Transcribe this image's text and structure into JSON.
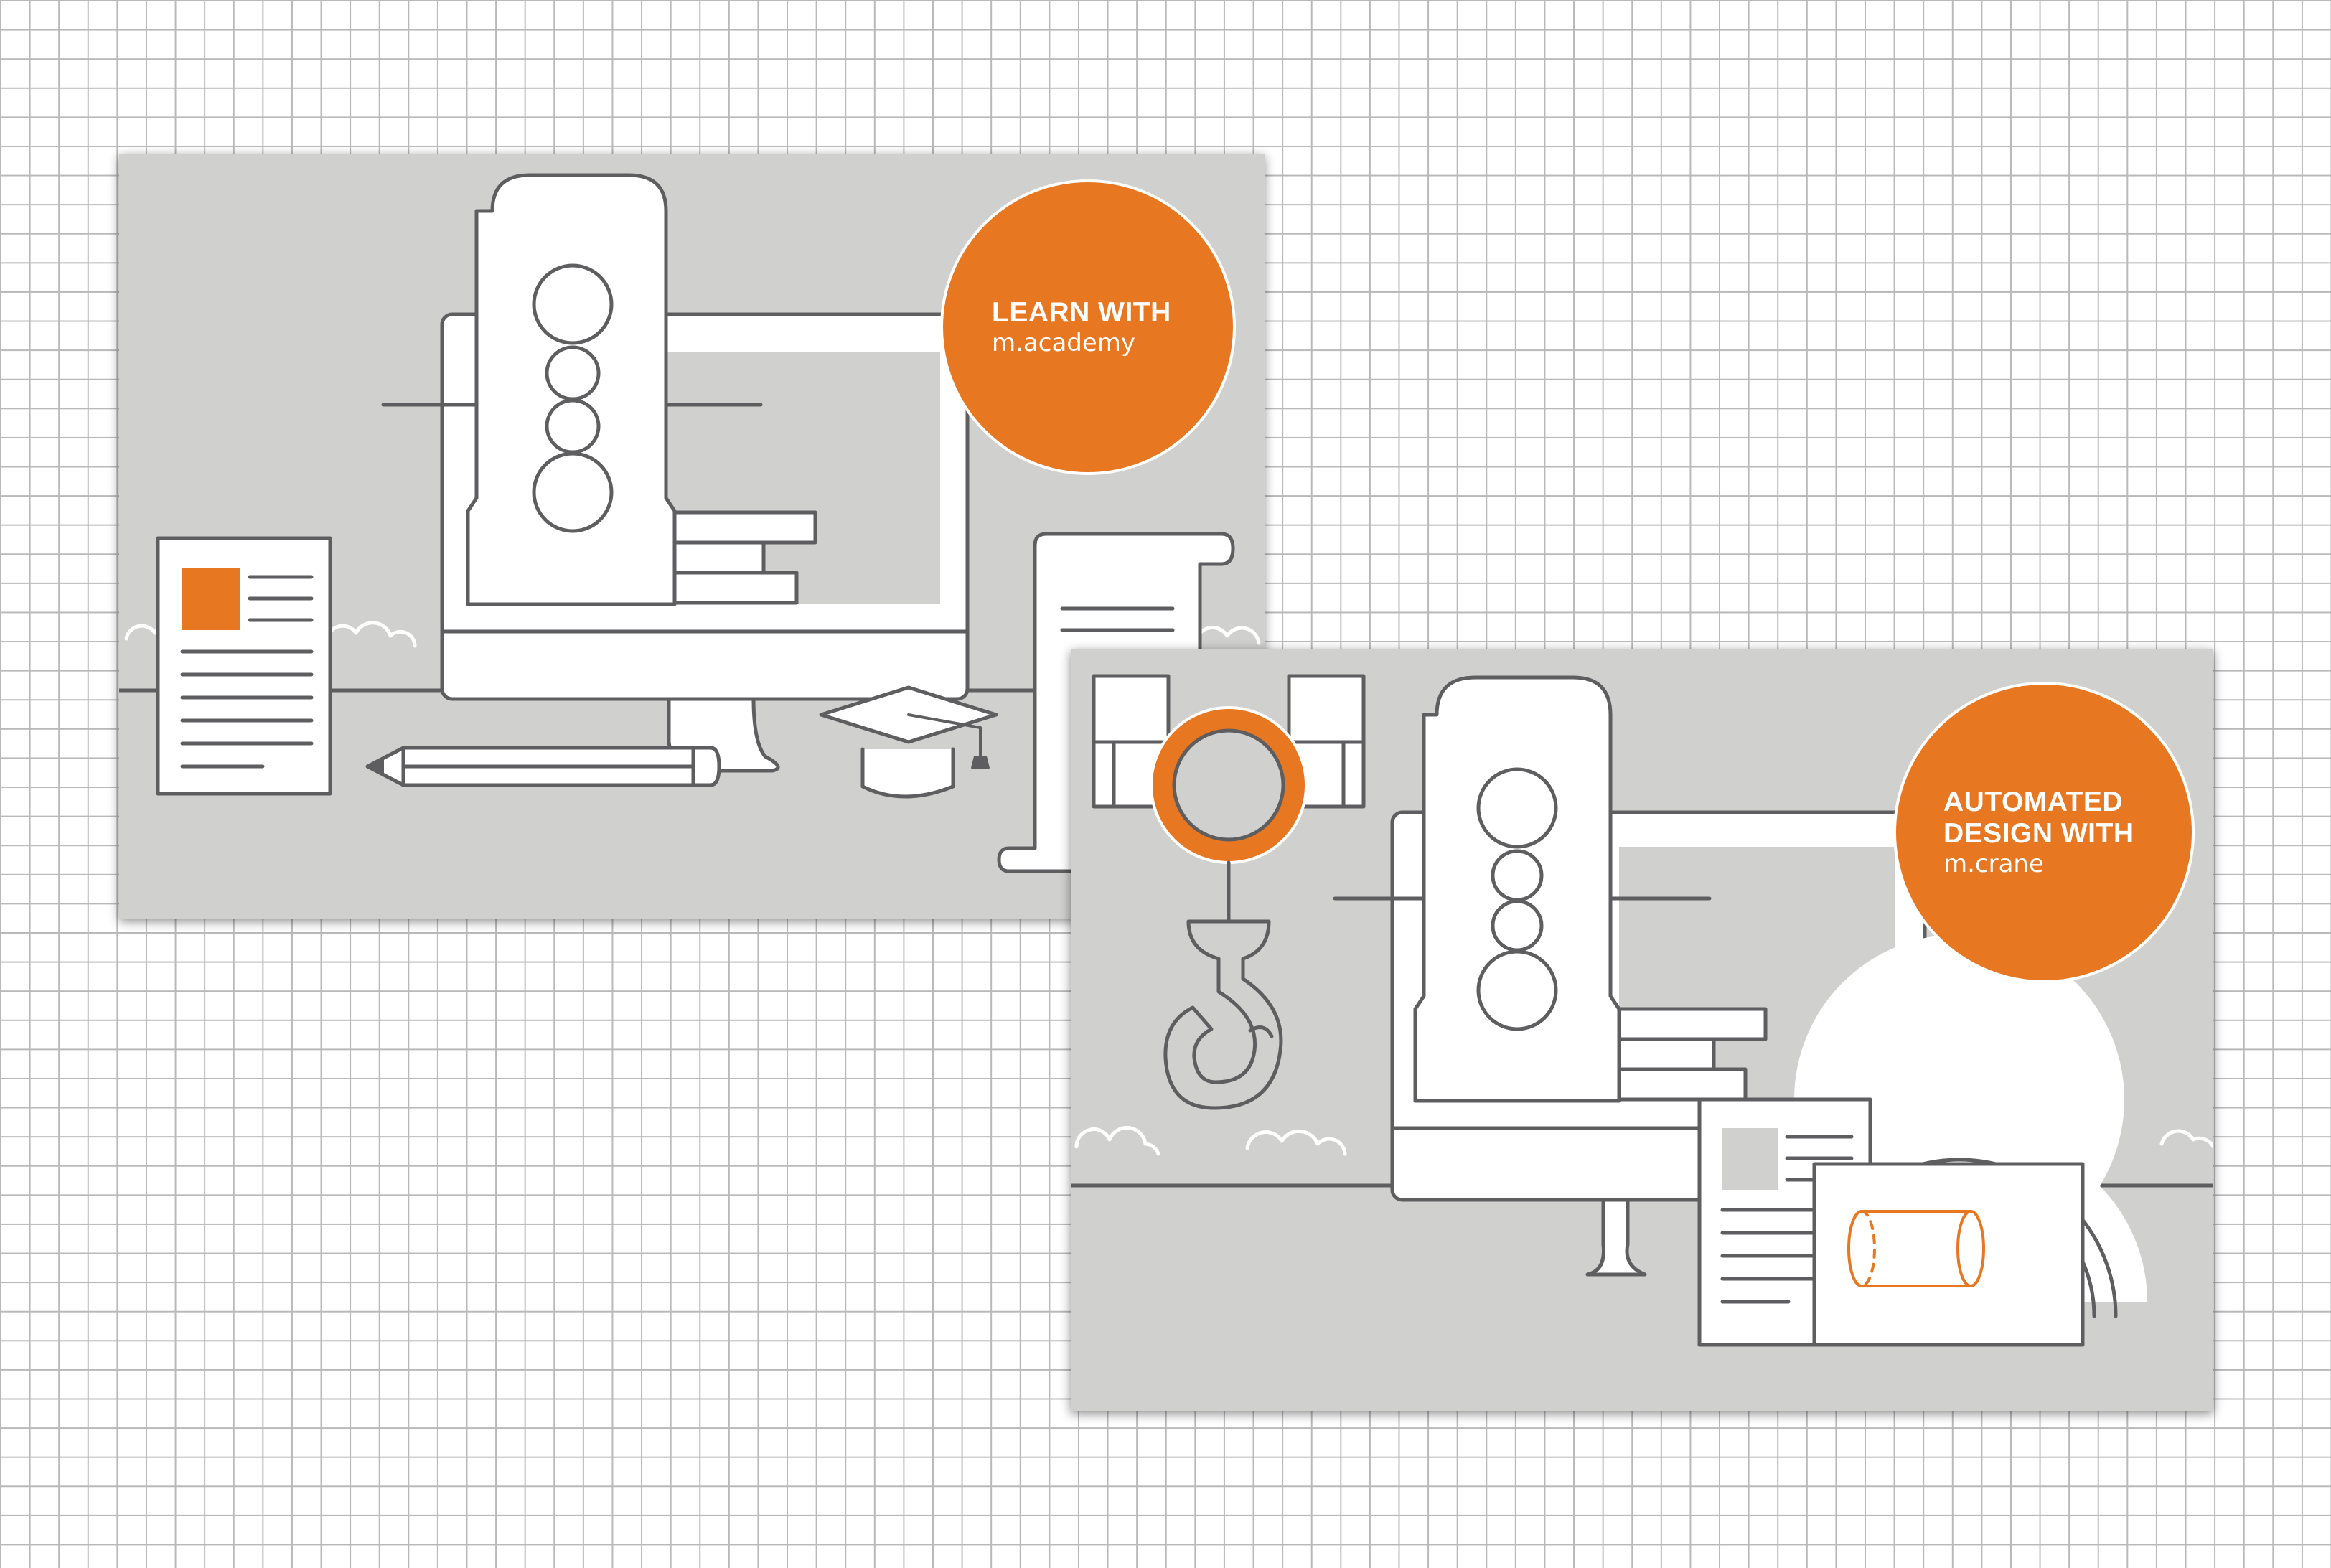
{
  "colors": {
    "accent": "#e87722",
    "card_background": "#d0d0ce",
    "line": "#5e5e60",
    "grid": "#b9b9bb"
  },
  "cards": [
    {
      "heading": "LEARN WITH",
      "product": "m.academy"
    },
    {
      "heading": "AUTOMATED\nDESIGN WITH",
      "product": "m.crane"
    }
  ]
}
